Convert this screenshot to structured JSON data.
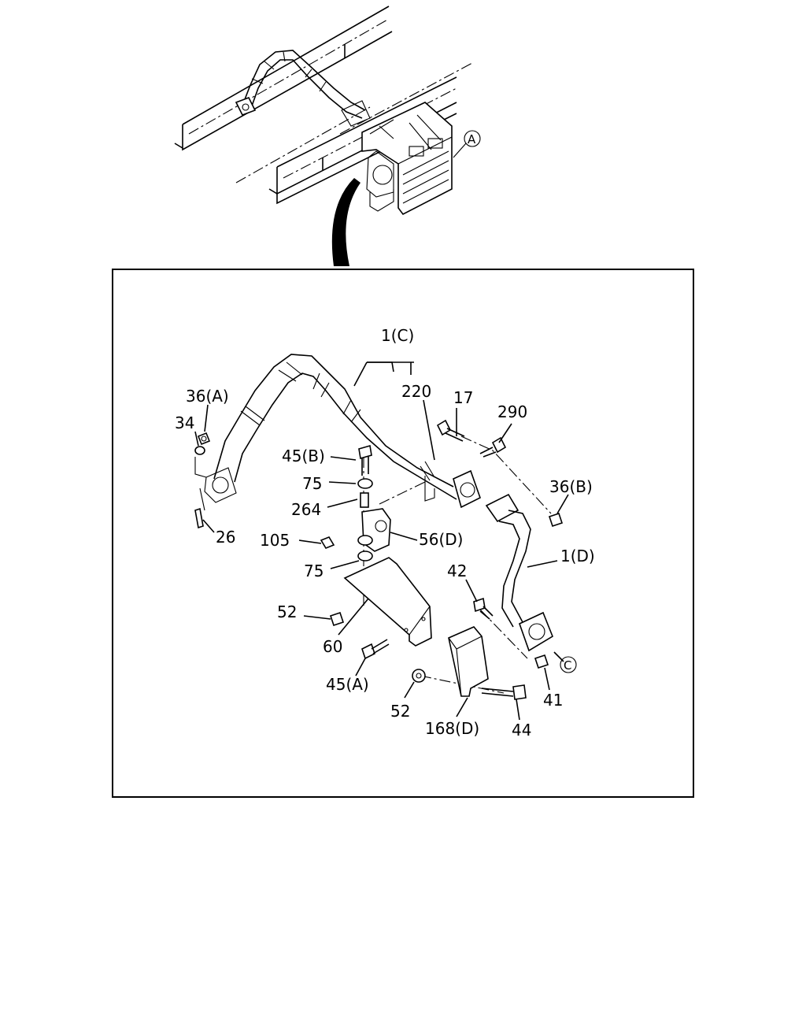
{
  "overview": {
    "callout_a": "A"
  },
  "detail": {
    "callout_c": "C",
    "labels": {
      "p1c": "1(C)",
      "p220": "220",
      "p17": "17",
      "p290": "290",
      "p36a": "36(A)",
      "p34": "34",
      "p45b": "45(B)",
      "p75a": "75",
      "p264": "264",
      "p26": "26",
      "p105": "105",
      "p56d": "56(D)",
      "p36b": "36(B)",
      "p1d": "1(D)",
      "p75b": "75",
      "p42": "42",
      "p52a": "52",
      "p60": "60",
      "p45a": "45(A)",
      "p52b": "52",
      "p168d": "168(D)",
      "p44": "44",
      "p41": "41"
    }
  }
}
